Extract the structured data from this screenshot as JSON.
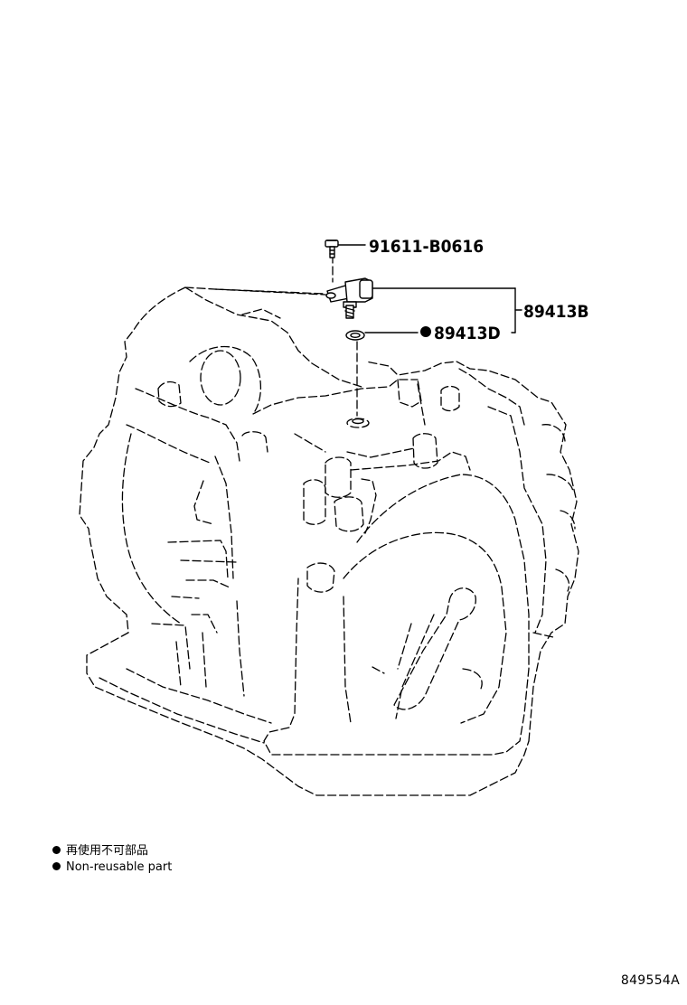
{
  "callouts": {
    "bolt": "91611-B0616",
    "sensor": "89413B",
    "oring": "89413D"
  },
  "legend": [
    {
      "symbol": "filled-dot",
      "text": "再使用不可部品"
    },
    {
      "symbol": "filled-dot",
      "text": "Non-reusable part"
    }
  ],
  "figure_id": "849554A"
}
